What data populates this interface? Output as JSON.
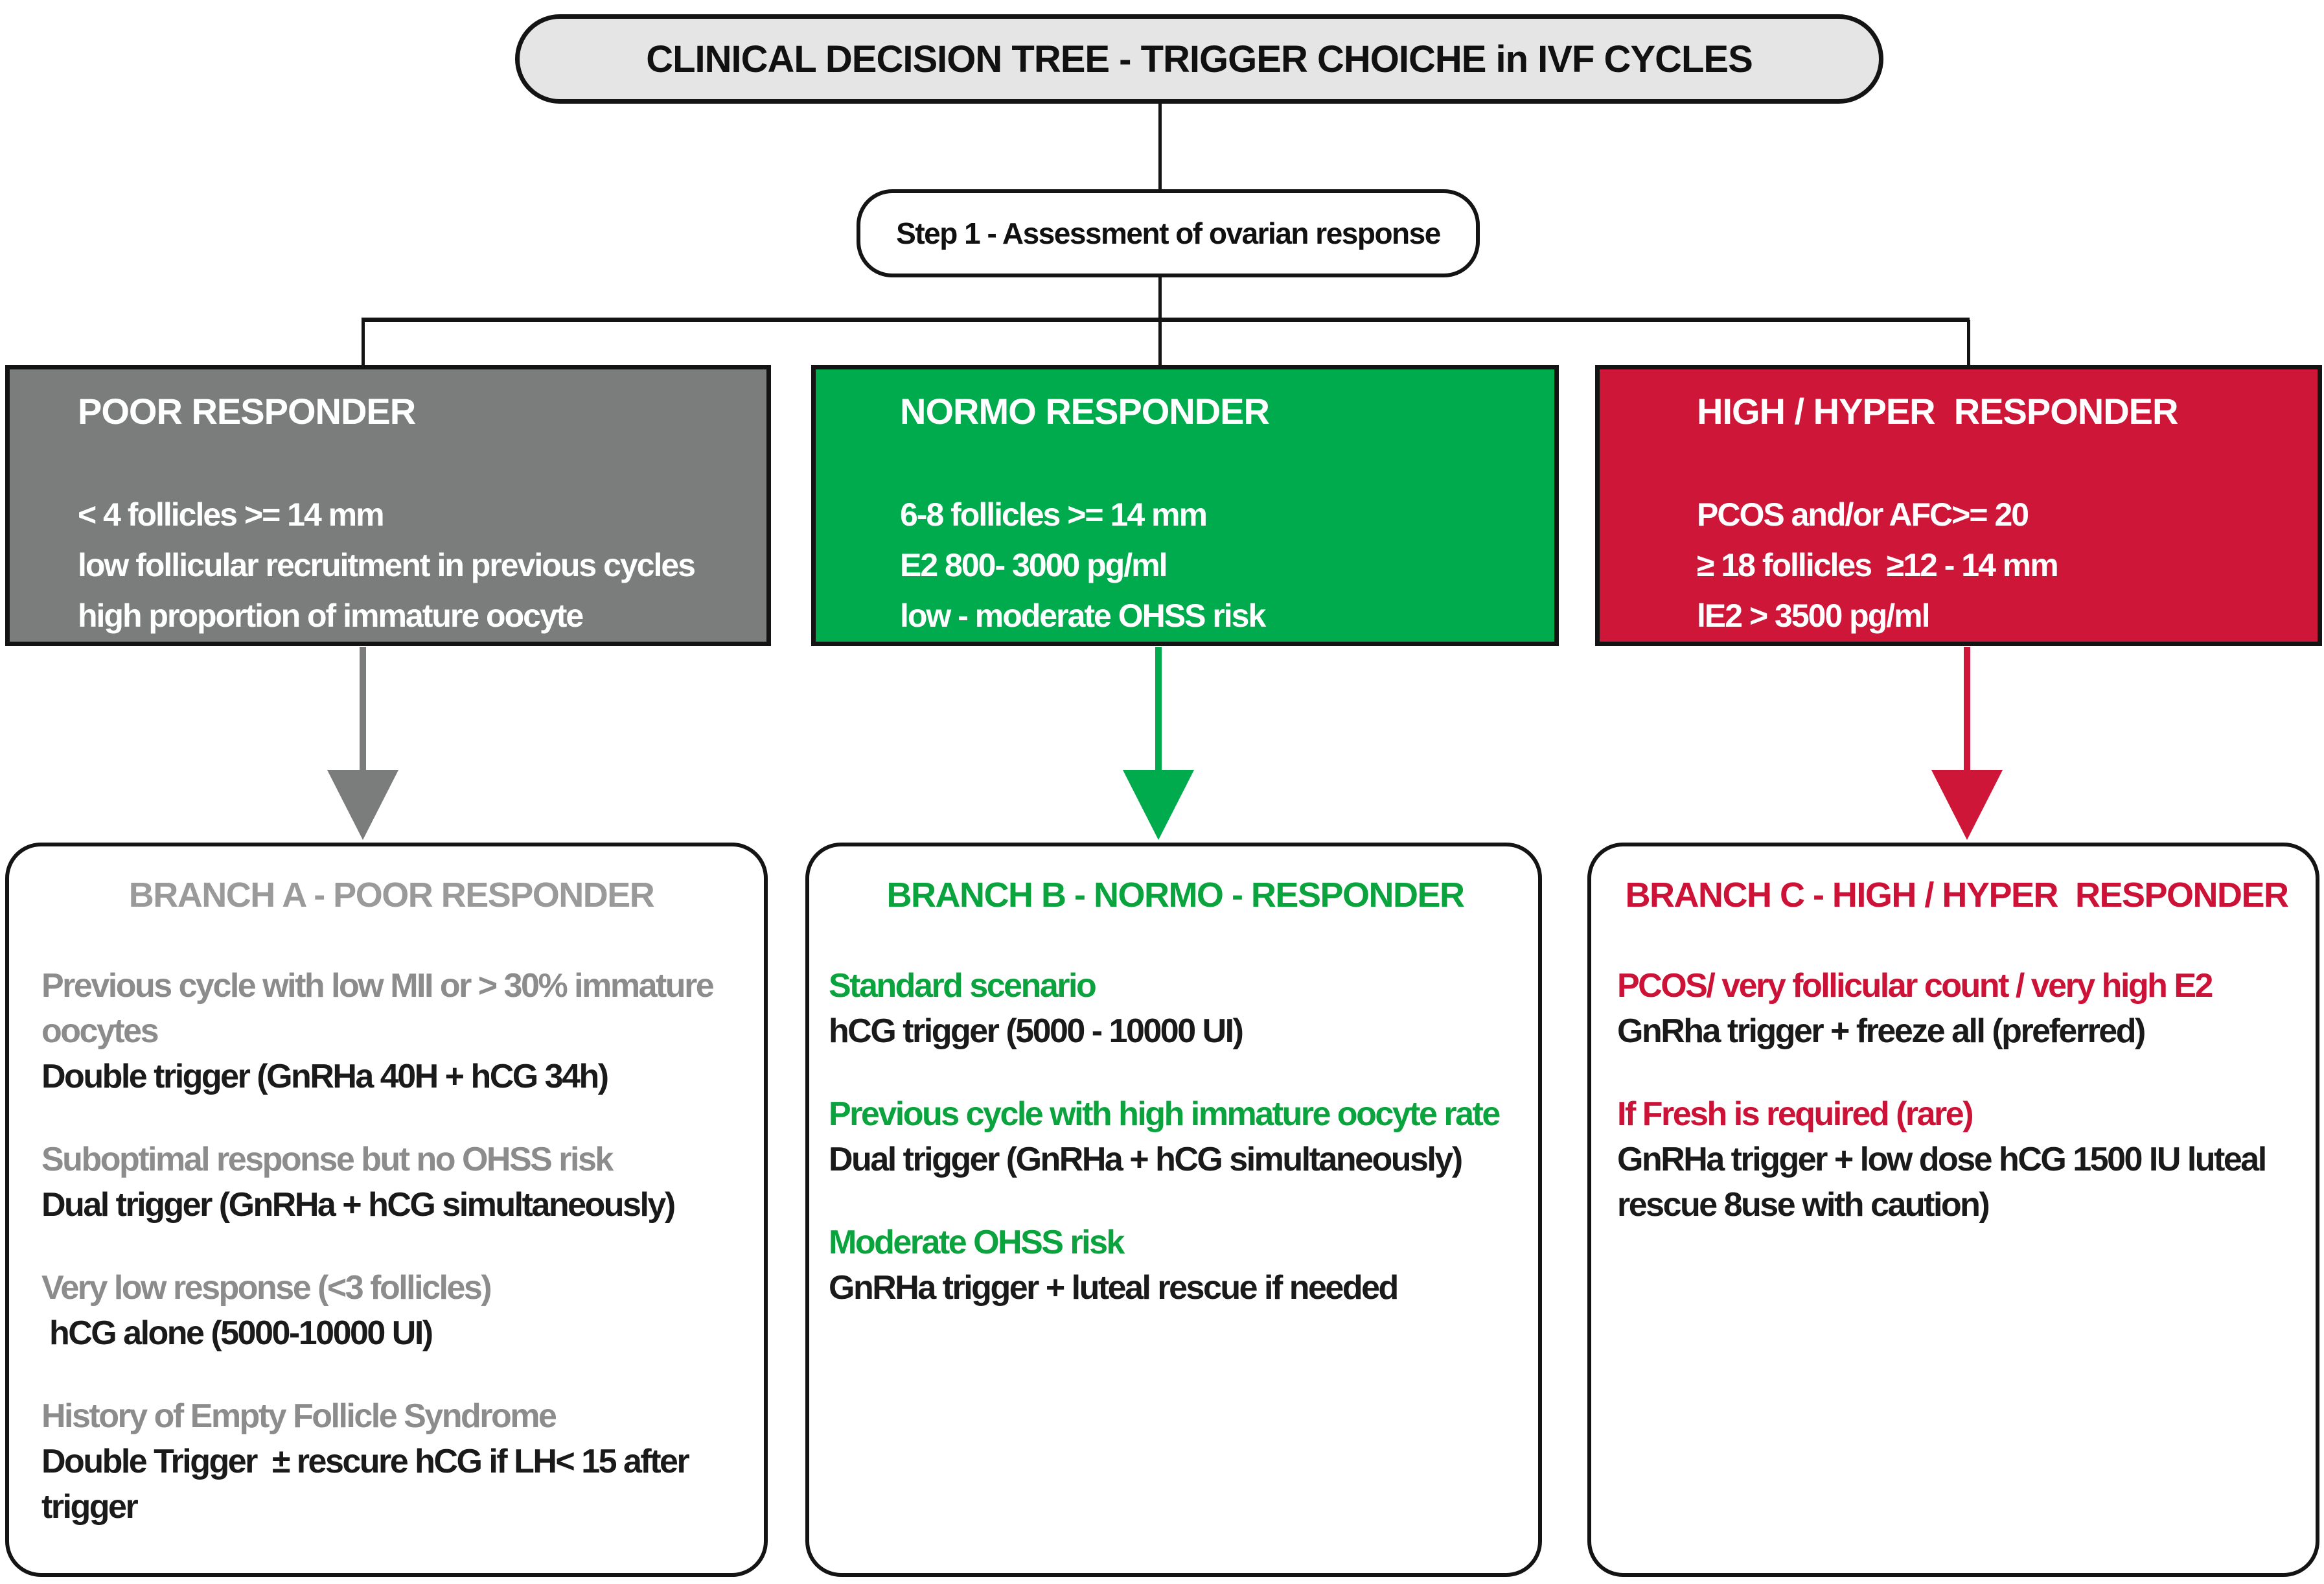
{
  "title": "CLINICAL DECISION TREE - TRIGGER CHOICHE in IVF CYCLES",
  "step1_label": "Step 1 - Assessment of ovarian response",
  "colors": {
    "title_bg": "#e5e5e5",
    "connector": "#141414",
    "poor_bg": "#7b7c7c",
    "normo_bg": "#00ab4e",
    "high_bg": "#ce1638",
    "branch_a_title": "#9a9a9a",
    "branch_a_accent": "#8c8c8c",
    "branch_b_accent": "#0aa33d",
    "branch_c_accent": "#cc1236",
    "action_text": "#1a1a1a",
    "box_text": "#ffffff"
  },
  "responders": [
    {
      "title": "POOR RESPONDER",
      "lines": [
        "< 4 follicles >= 14 mm",
        "low follicular recruitment in previous cycles",
        "high proportion of immature oocyte"
      ]
    },
    {
      "title": "NORMO RESPONDER",
      "lines": [
        "6-8 follicles >= 14 mm",
        "E2 800- 3000 pg/ml",
        "low - moderate OHSS risk"
      ]
    },
    {
      "title": "HIGH / HYPER  RESPONDER",
      "lines": [
        "PCOS and/or AFC>= 20",
        "≥ 18 follicles  ≥12 - 14 mm",
        "lE2 > 3500 pg/ml"
      ]
    }
  ],
  "branches": [
    {
      "title": "BRANCH A - POOR RESPONDER",
      "groups": [
        {
          "condition": "Previous cycle with low MII or > 30% immature oocytes",
          "action": "Double trigger (GnRHa 40H + hCG 34h)"
        },
        {
          "condition": "Suboptimal response but no OHSS risk",
          "action": "Dual trigger (GnRHa + hCG simultaneously)"
        },
        {
          "condition": "Very low response (<3 follicles)",
          "action": " hCG alone (5000-10000 UI)"
        },
        {
          "condition": "History of Empty Follicle Syndrome",
          "action": "Double Trigger  ± rescure hCG if LH< 15 after trigger"
        }
      ]
    },
    {
      "title": "BRANCH B - NORMO - RESPONDER",
      "groups": [
        {
          "condition": "Standard scenario",
          "action": "hCG trigger (5000 - 10000 UI)"
        },
        {
          "condition": "Previous cycle with high immature oocyte rate",
          "action": "Dual trigger (GnRHa + hCG simultaneously)"
        },
        {
          "condition": "Moderate OHSS risk",
          "action": "GnRHa trigger + luteal rescue if needed"
        }
      ]
    },
    {
      "title": "BRANCH C - HIGH / HYPER  RESPONDER",
      "groups": [
        {
          "condition": "PCOS/ very follicular count / very high E2",
          "action": "GnRha trigger + freeze all (preferred)"
        },
        {
          "condition": "If Fresh is required (rare)",
          "action": "GnRHa trigger + low dose hCG 1500 IU luteal rescue 8use with caution)"
        }
      ]
    }
  ]
}
